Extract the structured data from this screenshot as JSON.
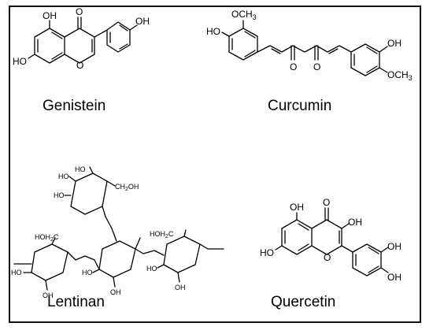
{
  "compounds": [
    {
      "name": "Genistein",
      "labels": {
        "oh_top": "OH",
        "oh_phenyl": "OH",
        "oh_left": "HO",
        "ketone_o": "O",
        "ring_o": "O"
      }
    },
    {
      "name": "Curcumin",
      "labels": {
        "ome_left": "OCH3",
        "oh_left": "HO",
        "oh_right": "OH",
        "ome_right": "OCH3",
        "ketone_o1": "O",
        "ketone_o2": "O"
      }
    },
    {
      "name": "Lentinan",
      "labels": {
        "oh_top_a": "HO",
        "ch2oh_top": "CH2OH",
        "ho_top_b": "HO",
        "ho_top_c": "HO",
        "hoh2c_1": "HOH2C",
        "hoh2c_2": "HOH2C",
        "oh_1": "OH",
        "oh_2": "OH",
        "oh_3": "OH",
        "ho_1": "HO",
        "ho_2": "HO",
        "ho_3": "HO"
      }
    },
    {
      "name": "Quercetin",
      "labels": {
        "oh_top": "OH",
        "ketone_o": "O",
        "oh_c3": "OH",
        "oh_left": "HO",
        "ring_o": "O",
        "oh_b1": "OH",
        "oh_b2": "OH"
      }
    }
  ]
}
